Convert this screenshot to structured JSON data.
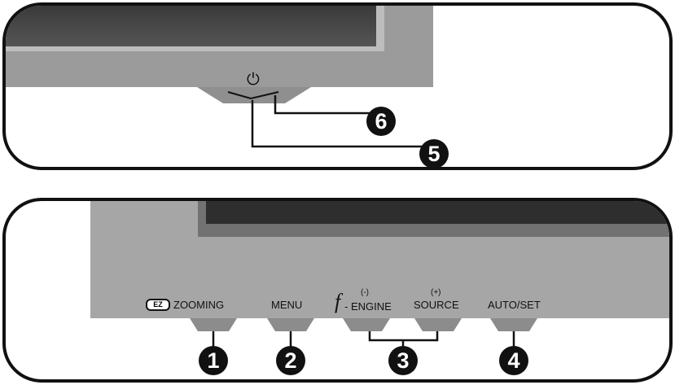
{
  "top_panel": {
    "power_symbol": "⏻",
    "callouts": {
      "five": "5",
      "six": "6"
    }
  },
  "bottom_panel": {
    "ez_badge": "EZ",
    "buttons": {
      "zooming": "ZOOMING",
      "menu": "MENU",
      "f_symbol": "f",
      "engine": "- ENGINE",
      "engine_sup": "(-)",
      "source": "SOURCE",
      "source_sup": "(+)",
      "autoset": "AUTO/SET"
    },
    "callouts": {
      "one": "1",
      "two": "2",
      "three": "3",
      "four": "4"
    }
  }
}
